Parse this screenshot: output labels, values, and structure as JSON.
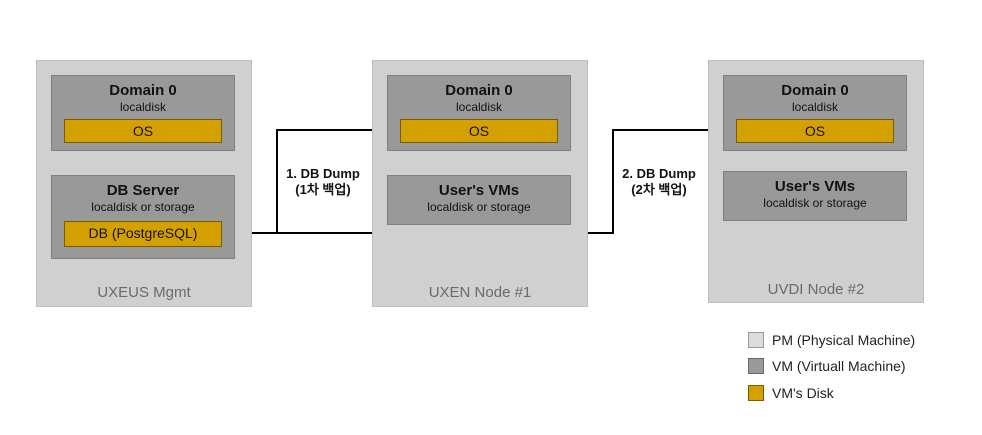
{
  "machines": {
    "mgmt": {
      "label": "UXEUS Mgmt",
      "vm1": {
        "title": "Domain 0",
        "storage": "localdisk",
        "disk": "OS"
      },
      "vm2": {
        "title": "DB Server",
        "storage": "localdisk or storage",
        "disk": "DB (PostgreSQL)"
      }
    },
    "node1": {
      "label": "UXEN Node #1",
      "vm1": {
        "title": "Domain 0",
        "storage": "localdisk",
        "disk": "OS"
      },
      "vm2": {
        "title": "User's VMs",
        "storage": "localdisk or storage"
      }
    },
    "node2": {
      "label": "UVDI Node #2",
      "vm1": {
        "title": "Domain 0",
        "storage": "localdisk",
        "disk": "OS"
      },
      "vm2": {
        "title": "User's VMs",
        "storage": "localdisk or storage"
      }
    }
  },
  "steps": [
    {
      "line1": "1. DB Dump",
      "line2": "(1차 백업)"
    },
    {
      "line1": "2. DB Dump",
      "line2": "(2차 백업)"
    }
  ],
  "legend": [
    {
      "label": "PM (Physical Machine)",
      "color": "#dcdcdc"
    },
    {
      "label": "VM (Virtuall Machine)",
      "color": "#999999"
    },
    {
      "label": "VM's Disk",
      "color": "#d4a000"
    }
  ]
}
